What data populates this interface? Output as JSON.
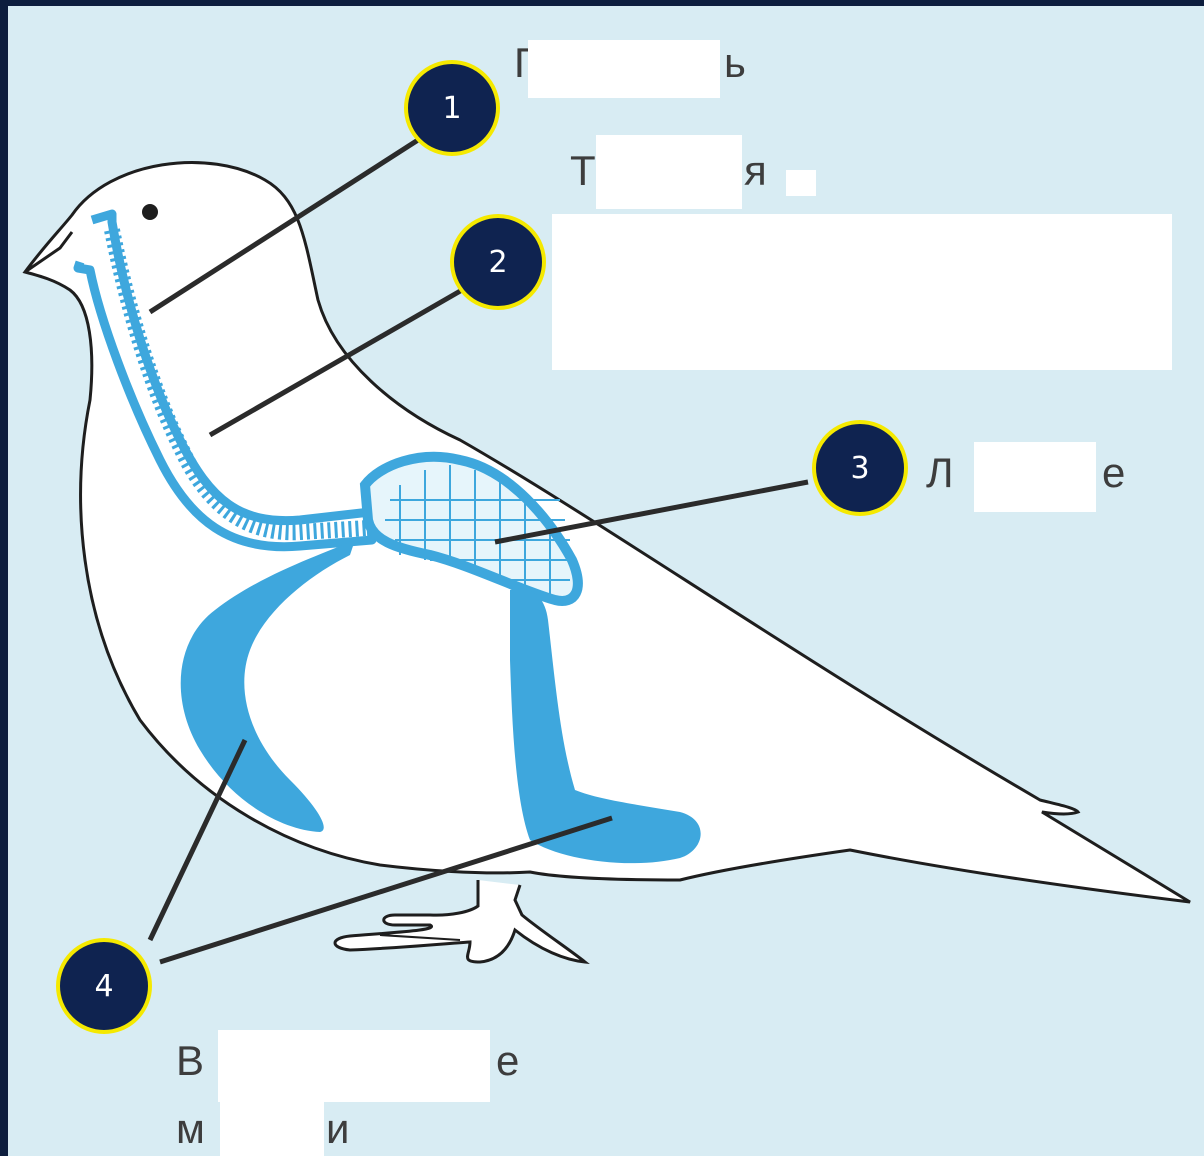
{
  "colors": {
    "background": "#d8ecf3",
    "outer_border": "#0d1e3e",
    "respiratory": "#3ea7dd",
    "marker_fill": "#0f2350",
    "marker_ring": "#f5e900"
  },
  "markers": [
    {
      "number": "1"
    },
    {
      "number": "2"
    },
    {
      "number": "3"
    },
    {
      "number": "4"
    }
  ],
  "labels": {
    "label1_line1": [
      "Г",
      "ь"
    ],
    "label1_line2": [
      "Т",
      "я"
    ],
    "label3": [
      "Л",
      "е"
    ],
    "label4_line1": [
      "В",
      "е"
    ],
    "label4_line2": [
      "м",
      "и"
    ]
  }
}
